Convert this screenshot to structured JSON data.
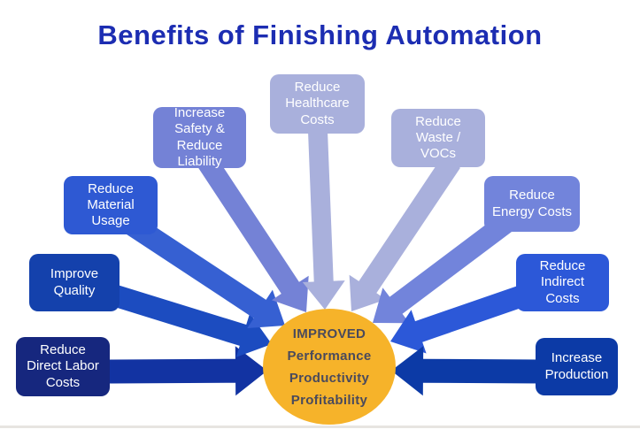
{
  "title": {
    "text": "Benefits of Finishing Automation",
    "color": "#1C2DB2"
  },
  "center": {
    "fill_color": "#F6B32A",
    "text_color": "#4A4A5C",
    "lines": [
      "IMPROVED",
      "Performance",
      "Productivity",
      "Profitability"
    ]
  },
  "benefits": [
    {
      "id": "reduce-direct-labor-costs",
      "label": "Reduce\nDirect Labor\nCosts",
      "box_color": "#16277E",
      "arrow_color": "#1233A2"
    },
    {
      "id": "improve-quality",
      "label": "Improve\nQuality",
      "box_color": "#1441AC",
      "arrow_color": "#1C4CC0"
    },
    {
      "id": "reduce-material-usage",
      "label": "Reduce\nMaterial\nUsage",
      "box_color": "#2E59D3",
      "arrow_color": "#3660D2"
    },
    {
      "id": "increase-safety-reduce-liability",
      "label": "Increase\nSafety &\nReduce\nLiability",
      "box_color": "#7482D6",
      "arrow_color": "#7482D6"
    },
    {
      "id": "reduce-healthcare-costs",
      "label": "Reduce\nHealthcare\nCosts",
      "box_color": "#A9B0DC",
      "arrow_color": "#A9B0DC"
    },
    {
      "id": "reduce-waste-vocs",
      "label": "Reduce\nWaste /\nVOCs",
      "box_color": "#A9B0DC",
      "arrow_color": "#A9B0DC"
    },
    {
      "id": "reduce-energy-costs",
      "label": "Reduce\nEnergy Costs",
      "box_color": "#7284DB",
      "arrow_color": "#7284DB"
    },
    {
      "id": "reduce-indirect-costs",
      "label": "Reduce\nIndirect\nCosts",
      "box_color": "#2C58D8",
      "arrow_color": "#2C58D8"
    },
    {
      "id": "increase-production",
      "label": "Increase\nProduction",
      "box_color": "#0C3AA6",
      "arrow_color": "#0C3AA6"
    }
  ]
}
